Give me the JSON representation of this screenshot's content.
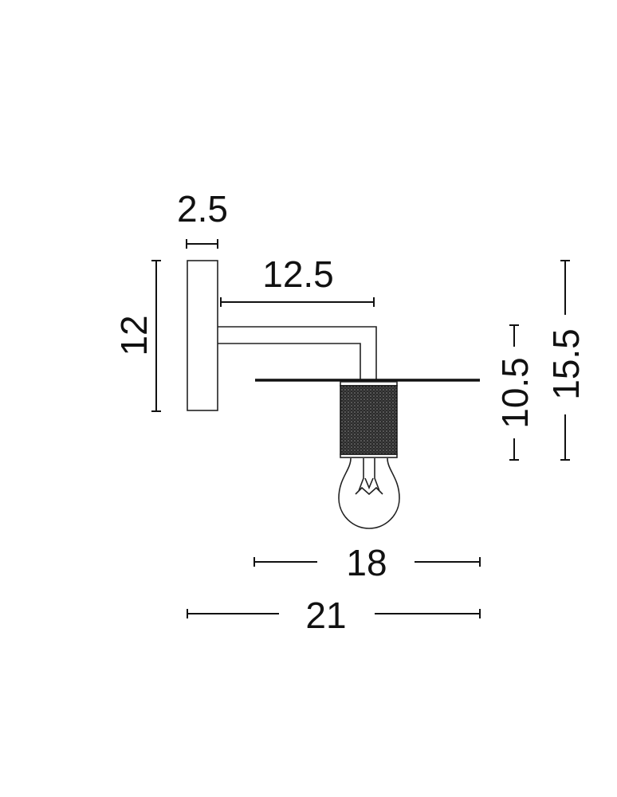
{
  "dimensions": {
    "backplate_width": "2.5",
    "backplate_height": "12",
    "arm_length": "12.5",
    "canopy_width": "18",
    "total_width": "21",
    "drop_height": "10.5",
    "total_height": "15.5"
  },
  "colors": {
    "line": "#111111",
    "socket": "#2b2b2b",
    "background": "#ffffff"
  }
}
